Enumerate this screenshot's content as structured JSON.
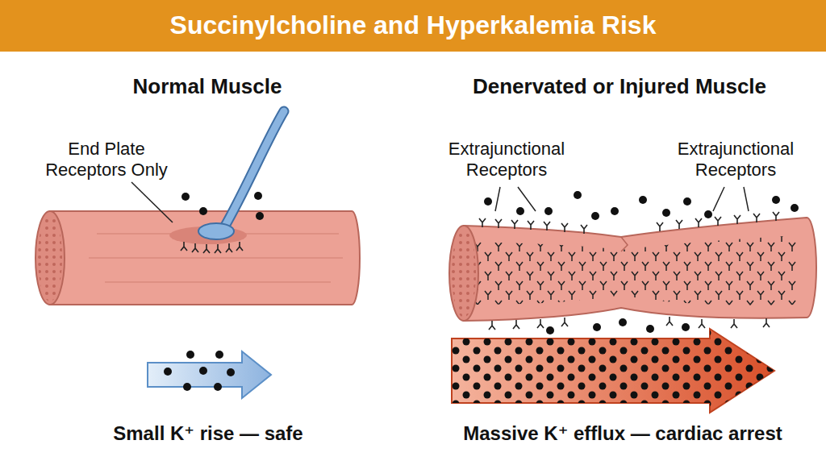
{
  "diagram": {
    "title": "Succinylcholine and Hyperkalemia Risk",
    "labels": [
      "Normal Muscle",
      "Denervated or Injured Muscle",
      "End Plate Receptors Only",
      "Extrajunctional Receptors",
      "Extrajunctional Receptors",
      "Small K⁺ rise — safe",
      "Massive K⁺ efflux — cardiac arrest"
    ]
  }
}
